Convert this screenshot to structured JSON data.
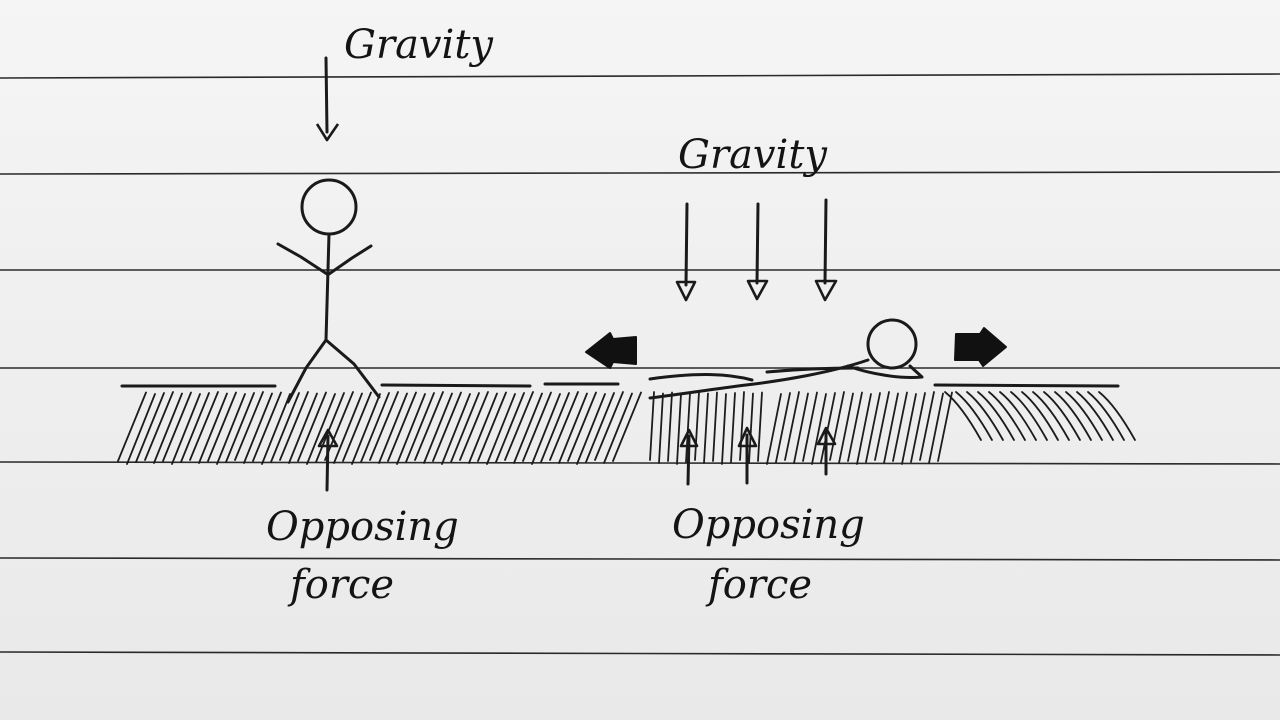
{
  "labels": {
    "gravity_left": "Gravity",
    "gravity_right": "Gravity",
    "opposing_left_line1": "Opposing",
    "opposing_left_line2": "force",
    "opposing_right_line1": "Opposing",
    "opposing_right_line2": "force"
  },
  "colors": {
    "ink": "#1a1a1a",
    "paper": "#f2f2f2",
    "rule_line": "#2a2a2a"
  }
}
